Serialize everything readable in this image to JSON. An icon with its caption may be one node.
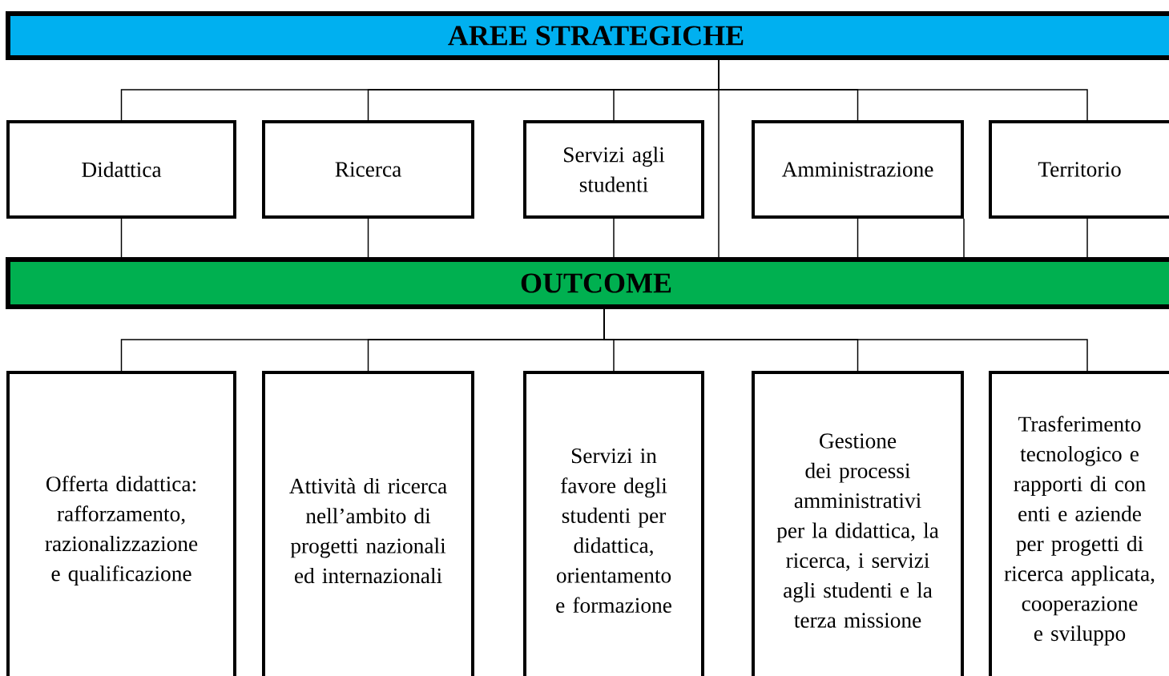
{
  "diagram": {
    "nodes": [
      {
        "text": [
          "AREE STRATEGICHE"
        ]
      },
      {
        "text": [
          "Didattica"
        ]
      },
      {
        "text": [
          "Ricerca"
        ]
      },
      {
        "text": [
          "Servizi agli studenti"
        ]
      },
      {
        "text": [
          "Amministrazione"
        ]
      },
      {
        "text": [
          "Territorio"
        ]
      },
      {
        "text": [
          "OUTCOME"
        ]
      },
      {
        "text": [
          "Offerta didattica: rafforzamento, razionalizzazione e qualificazione"
        ]
      },
      {
        "text": [
          "Attività di ricerca nell’ambito di progetti nazionali ed internazionali"
        ]
      },
      {
        "text": [
          "Servizi in favore degli studenti per didattica, orientamento e formazione"
        ]
      },
      {
        "text": [
          "Gestione dei processi amministrativi per la didattica, la ricerca, i servizi agli studenti e la terza missione"
        ]
      },
      {
        "text": [
          "Trasferimento tecnologico e rapporti di con enti e aziende per progetti di ricerca applicata, cooperazione e sviluppo"
        ]
      }
    ],
    "edges": [
      {
        "from": 0,
        "to": 1,
        "arrow": "none"
      },
      {
        "from": 0,
        "to": 2,
        "arrow": "none"
      },
      {
        "from": 0,
        "to": 3,
        "arrow": "none"
      },
      {
        "from": 0,
        "to": 4,
        "arrow": "none"
      },
      {
        "from": 0,
        "to": 5,
        "arrow": "none"
      },
      {
        "from": 0,
        "to": 6,
        "arrow": "none"
      },
      {
        "from": 1,
        "to": 6,
        "arrow": "none"
      },
      {
        "from": 2,
        "to": 6,
        "arrow": "none"
      },
      {
        "from": 3,
        "to": 6,
        "arrow": "none"
      },
      {
        "from": 4,
        "to": 6,
        "arrow": "none"
      },
      {
        "from": 4,
        "to": 6,
        "arrow": "none"
      },
      {
        "from": 5,
        "to": 6,
        "arrow": "none"
      },
      {
        "from": 6,
        "to": 7,
        "arrow": "none"
      },
      {
        "from": 6,
        "to": 8,
        "arrow": "none"
      },
      {
        "from": 6,
        "to": 9,
        "arrow": "none"
      },
      {
        "from": 6,
        "to": 10,
        "arrow": "none"
      },
      {
        "from": 6,
        "to": 11,
        "arrow": "none"
      }
    ]
  }
}
